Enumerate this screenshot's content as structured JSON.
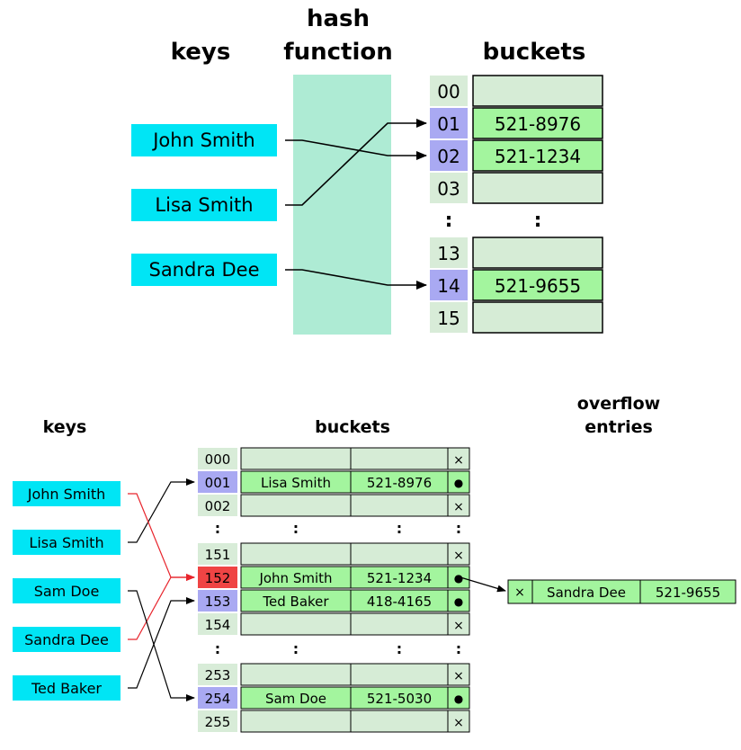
{
  "top": {
    "headers": {
      "keys": "keys",
      "hash_line1": "hash",
      "hash_line2": "function",
      "buckets": "buckets"
    },
    "keys": [
      "John Smith",
      "Lisa Smith",
      "Sandra Dee"
    ],
    "buckets": [
      {
        "index": "00",
        "value": "",
        "highlight": false
      },
      {
        "index": "01",
        "value": "521-8976",
        "highlight": true
      },
      {
        "index": "02",
        "value": "521-1234",
        "highlight": true
      },
      {
        "index": "03",
        "value": "",
        "highlight": false
      },
      {
        "index": "13",
        "value": "",
        "highlight": false
      },
      {
        "index": "14",
        "value": "521-9655",
        "highlight": true
      },
      {
        "index": "15",
        "value": "",
        "highlight": false
      }
    ],
    "ellipsis": ":"
  },
  "bottom": {
    "headers": {
      "keys": "keys",
      "buckets": "buckets",
      "overflow_line1": "overflow",
      "overflow_line2": "entries"
    },
    "keys": [
      "John Smith",
      "Lisa Smith",
      "Sam Doe",
      "Sandra Dee",
      "Ted Baker"
    ],
    "rows": [
      {
        "index": "000",
        "name": "",
        "phone": "",
        "mark": "×",
        "state": "empty"
      },
      {
        "index": "001",
        "name": "Lisa Smith",
        "phone": "521-8976",
        "mark": "●",
        "state": "used"
      },
      {
        "index": "002",
        "name": "",
        "phone": "",
        "mark": "×",
        "state": "empty"
      },
      {
        "index": "151",
        "name": "",
        "phone": "",
        "mark": "×",
        "state": "empty"
      },
      {
        "index": "152",
        "name": "John Smith",
        "phone": "521-1234",
        "mark": "●",
        "state": "collision"
      },
      {
        "index": "153",
        "name": "Ted Baker",
        "phone": "418-4165",
        "mark": "●",
        "state": "used"
      },
      {
        "index": "154",
        "name": "",
        "phone": "",
        "mark": "×",
        "state": "empty"
      },
      {
        "index": "253",
        "name": "",
        "phone": "",
        "mark": "×",
        "state": "empty"
      },
      {
        "index": "254",
        "name": "Sam Doe",
        "phone": "521-5030",
        "mark": "●",
        "state": "used"
      },
      {
        "index": "255",
        "name": "",
        "phone": "",
        "mark": "×",
        "state": "empty"
      }
    ],
    "ellipsis": ":",
    "overflow": {
      "mark": "×",
      "name": "Sandra Dee",
      "phone": "521-9655"
    }
  },
  "colors": {
    "key_fill": "#00e5f5",
    "hash_fill": "#aeebd4",
    "index_fill": "#d8ecd8",
    "index_highlight": "#a9a9f2",
    "index_collision": "#ef4444",
    "bucket_empty": "#d6ecd6",
    "bucket_used": "#a3f59e",
    "arrow": "#000000",
    "arrow_red": "#e8242c"
  }
}
